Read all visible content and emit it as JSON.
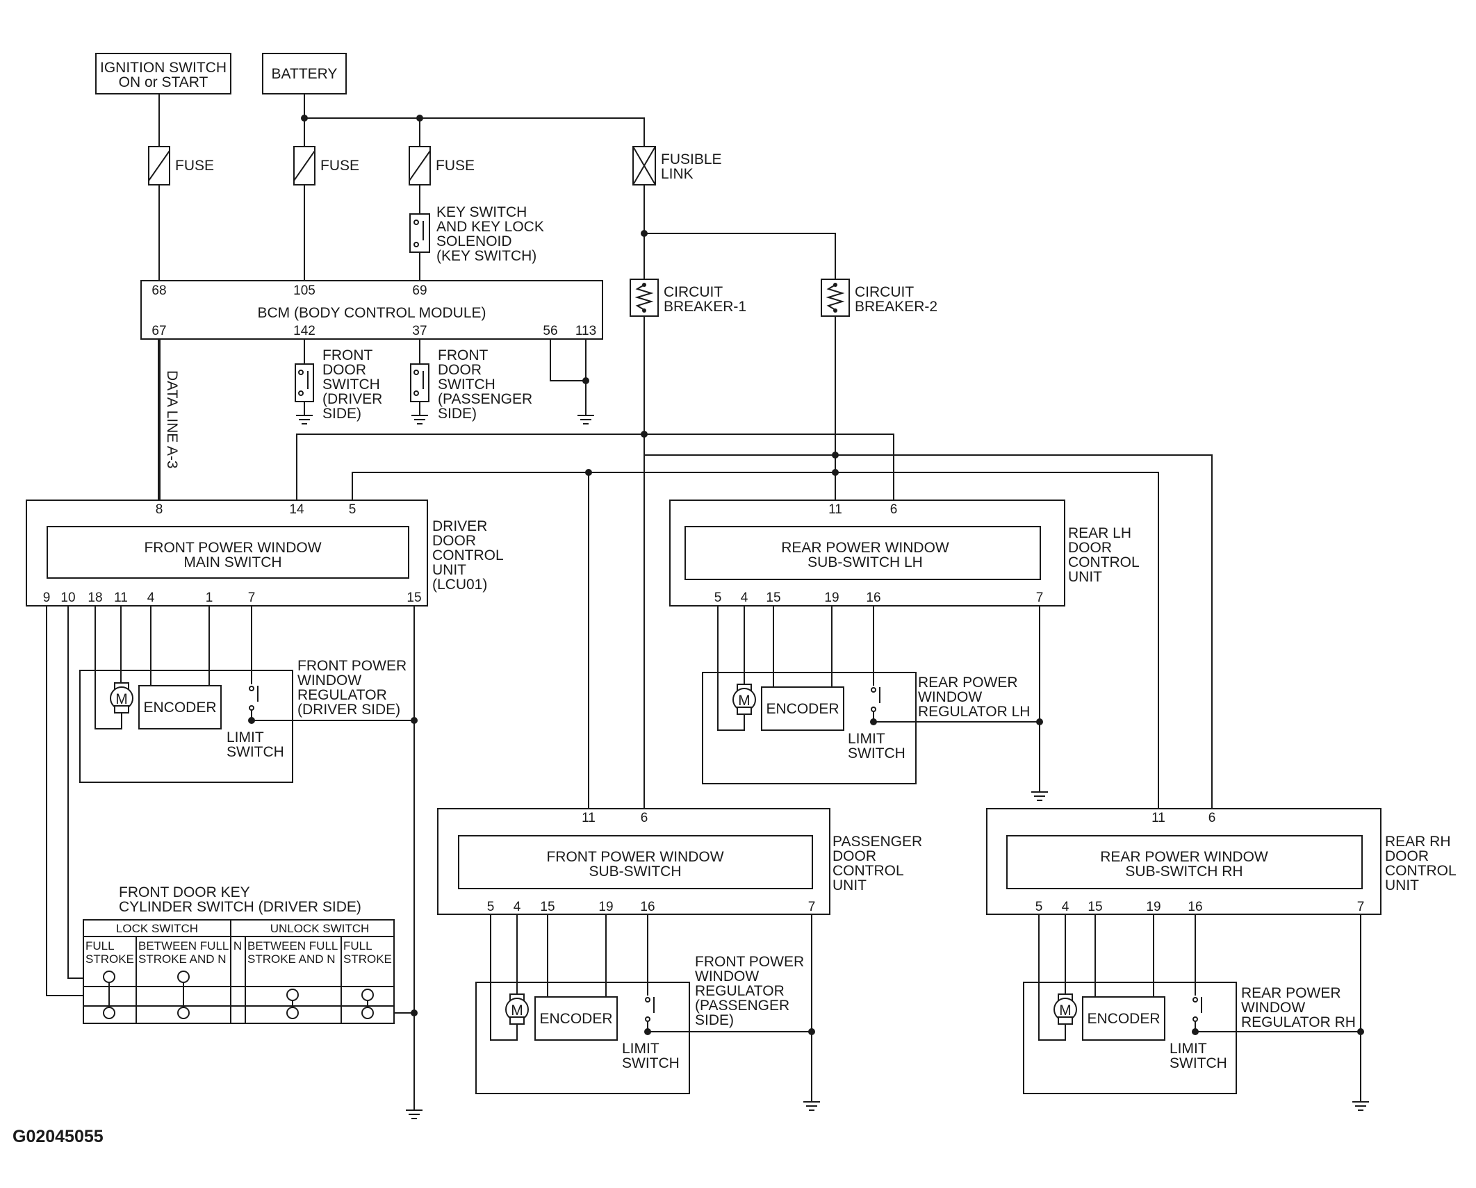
{
  "sources": {
    "ignition": [
      "IGNITION SWITCH",
      "ON or START"
    ],
    "battery": "BATTERY"
  },
  "fuses": {
    "fuse": "FUSE",
    "fusible_link": [
      "FUSIBLE",
      "LINK"
    ]
  },
  "key_switch": [
    "KEY SWITCH",
    "AND KEY LOCK",
    "SOLENOID",
    "(KEY SWITCH)"
  ],
  "breakers": {
    "cb1": [
      "CIRCUIT",
      "BREAKER-1"
    ],
    "cb2": [
      "CIRCUIT",
      "BREAKER-2"
    ]
  },
  "bcm": {
    "label": "BCM (BODY CONTROL MODULE)",
    "pins_top": [
      "68",
      "105",
      "69"
    ],
    "pins_bottom": [
      "67",
      "142",
      "37",
      "56",
      "113"
    ]
  },
  "door_switches": {
    "driver": [
      "FRONT",
      "DOOR",
      "SWITCH",
      "(DRIVER",
      " SIDE)"
    ],
    "passenger": [
      "FRONT",
      "DOOR",
      "SWITCH",
      "(PASSENGER",
      " SIDE)"
    ]
  },
  "data_line": "DATA LINE A-3",
  "driver_unit": {
    "label": [
      "DRIVER",
      "DOOR",
      "CONTROL",
      "UNIT",
      "(LCU01)"
    ],
    "inner": [
      "FRONT POWER WINDOW",
      "MAIN SWITCH"
    ],
    "pins_top": [
      "8",
      "14",
      "5"
    ],
    "pins_bottom": [
      "9",
      "10",
      "18",
      "11",
      "4",
      "1",
      "7",
      "15"
    ]
  },
  "rear_lh_unit": {
    "label": [
      "REAR LH",
      "DOOR",
      "CONTROL",
      "UNIT"
    ],
    "inner": [
      "REAR POWER WINDOW",
      "SUB-SWITCH LH"
    ],
    "pins_top": [
      "11",
      "6"
    ],
    "pins_bottom": [
      "5",
      "4",
      "15",
      "19",
      "16",
      "7"
    ]
  },
  "passenger_unit": {
    "label": [
      "PASSENGER",
      "DOOR",
      "CONTROL",
      "UNIT"
    ],
    "inner": [
      "FRONT POWER WINDOW",
      "SUB-SWITCH"
    ],
    "pins_top": [
      "11",
      "6"
    ],
    "pins_bottom": [
      "5",
      "4",
      "15",
      "19",
      "16",
      "7"
    ]
  },
  "rear_rh_unit": {
    "label": [
      "REAR RH",
      "DOOR",
      "CONTROL",
      "UNIT"
    ],
    "inner": [
      "REAR POWER WINDOW",
      "SUB-SWITCH RH"
    ],
    "pins_top": [
      "11",
      "6"
    ],
    "pins_bottom": [
      "5",
      "4",
      "15",
      "19",
      "16",
      "7"
    ]
  },
  "regulators": {
    "driver": [
      "FRONT POWER",
      "WINDOW",
      "REGULATOR",
      "(DRIVER SIDE)"
    ],
    "rear_lh": [
      "REAR POWER",
      "WINDOW",
      "REGULATOR LH"
    ],
    "passenger": [
      "FRONT POWER",
      "WINDOW",
      "REGULATOR",
      "(PASSENGER",
      " SIDE)"
    ],
    "rear_rh": [
      "REAR POWER",
      "WINDOW",
      "REGULATOR RH"
    ],
    "encoder": "ENCODER",
    "motor": "M",
    "limit_switch": [
      "LIMIT",
      "SWITCH"
    ]
  },
  "key_cylinder": {
    "title": [
      "FRONT DOOR KEY",
      "CYLINDER SWITCH (DRIVER SIDE)"
    ],
    "lock_switch": "LOCK SWITCH",
    "unlock_switch": "UNLOCK SWITCH",
    "full_stroke": [
      "FULL",
      "STROKE"
    ],
    "between_full": [
      "BETWEEN FULL",
      "STROKE AND N"
    ],
    "neutral": "N"
  },
  "figure_code": "G02045055"
}
